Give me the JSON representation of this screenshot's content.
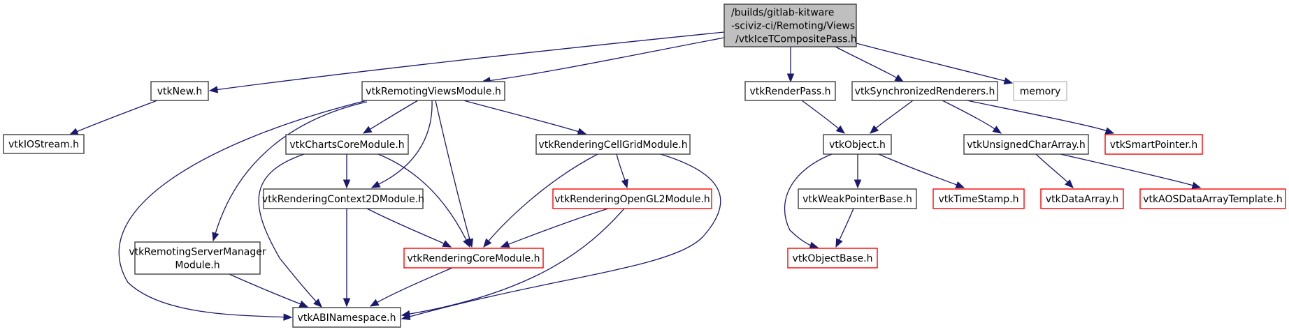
{
  "title": "Include dependency graph for vtkIceTCompositePass.h",
  "colors": {
    "edge": "#191970",
    "root_fill": "#bfbfbf",
    "normal_border": "#404040",
    "missing_border": "#ff0000",
    "external_border": "#bfbfbf",
    "node_fill": "#ffffff"
  },
  "nodes": [
    {
      "id": "root",
      "kind": "root",
      "lines": [
        "/builds/gitlab-kitware",
        "-sciviz-ci/Remoting/Views",
        "/vtkIceTCompositePass.h"
      ]
    },
    {
      "id": "vtkNew",
      "kind": "normal",
      "lines": [
        "vtkNew.h"
      ]
    },
    {
      "id": "vtkIOStream",
      "kind": "normal",
      "lines": [
        "vtkIOStream.h"
      ]
    },
    {
      "id": "vtkRemotingViewsModule",
      "kind": "normal",
      "lines": [
        "vtkRemotingViewsModule.h"
      ]
    },
    {
      "id": "vtkChartsCoreModule",
      "kind": "normal",
      "lines": [
        "vtkChartsCoreModule.h"
      ]
    },
    {
      "id": "vtkRenderingCellGridModule",
      "kind": "normal",
      "lines": [
        "vtkRenderingCellGridModule.h"
      ]
    },
    {
      "id": "vtkRenderingContext2DModule",
      "kind": "normal",
      "lines": [
        "vtkRenderingContext2DModule.h"
      ]
    },
    {
      "id": "vtkRenderingOpenGL2Module",
      "kind": "missing",
      "lines": [
        "vtkRenderingOpenGL2Module.h"
      ]
    },
    {
      "id": "vtkRemotingServerManagerModule",
      "kind": "normal",
      "lines": [
        "vtkRemotingServerManager",
        "Module.h"
      ]
    },
    {
      "id": "vtkRenderingCoreModule",
      "kind": "missing",
      "lines": [
        "vtkRenderingCoreModule.h"
      ]
    },
    {
      "id": "vtkABINamespace",
      "kind": "normal",
      "lines": [
        "vtkABINamespace.h"
      ]
    },
    {
      "id": "vtkRenderPass",
      "kind": "normal",
      "lines": [
        "vtkRenderPass.h"
      ]
    },
    {
      "id": "vtkSynchronizedRenderers",
      "kind": "normal",
      "lines": [
        "vtkSynchronizedRenderers.h"
      ]
    },
    {
      "id": "memory",
      "kind": "external",
      "lines": [
        "memory"
      ]
    },
    {
      "id": "vtkObject",
      "kind": "normal",
      "lines": [
        "vtkObject.h"
      ]
    },
    {
      "id": "vtkUnsignedCharArray",
      "kind": "normal",
      "lines": [
        "vtkUnsignedCharArray.h"
      ]
    },
    {
      "id": "vtkSmartPointer",
      "kind": "missing",
      "lines": [
        "vtkSmartPointer.h"
      ]
    },
    {
      "id": "vtkWeakPointerBase",
      "kind": "normal",
      "lines": [
        "vtkWeakPointerBase.h"
      ]
    },
    {
      "id": "vtkTimeStamp",
      "kind": "missing",
      "lines": [
        "vtkTimeStamp.h"
      ]
    },
    {
      "id": "vtkDataArray",
      "kind": "missing",
      "lines": [
        "vtkDataArray.h"
      ]
    },
    {
      "id": "vtkAOSDataArrayTemplate",
      "kind": "missing",
      "lines": [
        "vtkAOSDataArrayTemplate.h"
      ]
    },
    {
      "id": "vtkObjectBase",
      "kind": "missing",
      "lines": [
        "vtkObjectBase.h"
      ]
    }
  ],
  "edges": [
    {
      "from": "root",
      "to": "vtkNew"
    },
    {
      "from": "root",
      "to": "vtkRemotingViewsModule"
    },
    {
      "from": "root",
      "to": "vtkRenderPass"
    },
    {
      "from": "root",
      "to": "vtkSynchronizedRenderers"
    },
    {
      "from": "root",
      "to": "memory"
    },
    {
      "from": "vtkNew",
      "to": "vtkIOStream"
    },
    {
      "from": "vtkRemotingViewsModule",
      "to": "vtkABINamespace"
    },
    {
      "from": "vtkRemotingViewsModule",
      "to": "vtkRemotingServerManagerModule"
    },
    {
      "from": "vtkRemotingViewsModule",
      "to": "vtkChartsCoreModule"
    },
    {
      "from": "vtkRemotingViewsModule",
      "to": "vtkRenderingContext2DModule"
    },
    {
      "from": "vtkRemotingViewsModule",
      "to": "vtkRenderingCoreModule"
    },
    {
      "from": "vtkRemotingViewsModule",
      "to": "vtkRenderingCellGridModule"
    },
    {
      "from": "vtkChartsCoreModule",
      "to": "vtkABINamespace"
    },
    {
      "from": "vtkChartsCoreModule",
      "to": "vtkRenderingContext2DModule"
    },
    {
      "from": "vtkChartsCoreModule",
      "to": "vtkRenderingCoreModule"
    },
    {
      "from": "vtkRenderingContext2DModule",
      "to": "vtkABINamespace"
    },
    {
      "from": "vtkRenderingContext2DModule",
      "to": "vtkRenderingCoreModule"
    },
    {
      "from": "vtkRenderingCellGridModule",
      "to": "vtkRenderingCoreModule"
    },
    {
      "from": "vtkRenderingCellGridModule",
      "to": "vtkRenderingOpenGL2Module"
    },
    {
      "from": "vtkRenderingCellGridModule",
      "to": "vtkABINamespace"
    },
    {
      "from": "vtkRenderingOpenGL2Module",
      "to": "vtkRenderingCoreModule"
    },
    {
      "from": "vtkRenderingOpenGL2Module",
      "to": "vtkABINamespace"
    },
    {
      "from": "vtkRemotingServerManagerModule",
      "to": "vtkABINamespace"
    },
    {
      "from": "vtkRenderingCoreModule",
      "to": "vtkABINamespace"
    },
    {
      "from": "vtkRenderPass",
      "to": "vtkObject"
    },
    {
      "from": "vtkSynchronizedRenderers",
      "to": "vtkObject"
    },
    {
      "from": "vtkSynchronizedRenderers",
      "to": "vtkUnsignedCharArray"
    },
    {
      "from": "vtkSynchronizedRenderers",
      "to": "vtkSmartPointer"
    },
    {
      "from": "vtkObject",
      "to": "vtkObjectBase"
    },
    {
      "from": "vtkObject",
      "to": "vtkWeakPointerBase"
    },
    {
      "from": "vtkObject",
      "to": "vtkTimeStamp"
    },
    {
      "from": "vtkWeakPointerBase",
      "to": "vtkObjectBase"
    },
    {
      "from": "vtkUnsignedCharArray",
      "to": "vtkDataArray"
    },
    {
      "from": "vtkUnsignedCharArray",
      "to": "vtkAOSDataArrayTemplate"
    }
  ]
}
